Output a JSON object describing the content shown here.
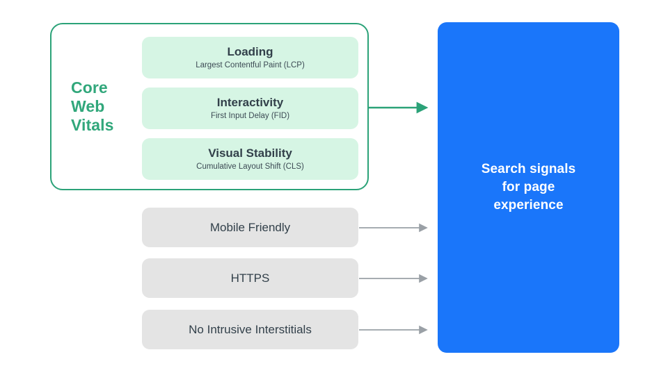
{
  "diagram": {
    "title": "Search signals for page experience",
    "colors": {
      "green_accent": "#31A77B",
      "green_border": "#2BA278",
      "green_card_fill": "#D6F5E4",
      "gray_card_fill": "#E4E4E4",
      "blue_box_fill": "#1A76FA",
      "text_dark": "#32404A",
      "arrow_gray": "#9AA0A6",
      "arrow_green": "#2BA278"
    }
  },
  "core_web_vitals": {
    "group_label": "Core Web Vitals",
    "group_label_lines": [
      "Core",
      "Web",
      "Vitals"
    ],
    "metrics": [
      {
        "title": "Loading",
        "subtitle": "Largest Contentful Paint (LCP)"
      },
      {
        "title": "Interactivity",
        "subtitle": "First Input Delay (FID)"
      },
      {
        "title": "Visual Stability",
        "subtitle": "Cumulative Layout Shift (CLS)"
      }
    ]
  },
  "other_signals": [
    {
      "label": "Mobile Friendly"
    },
    {
      "label": "HTTPS"
    },
    {
      "label": "No Intrusive Interstitials"
    }
  ],
  "destination": {
    "label": "Search signals\nfor page\nexperience"
  },
  "arrows": [
    {
      "name": "arrow-core-web-vitals",
      "color": "#2BA278"
    },
    {
      "name": "arrow-mobile-friendly",
      "color": "#9AA0A6"
    },
    {
      "name": "arrow-https",
      "color": "#9AA0A6"
    },
    {
      "name": "arrow-no-intrusive-interstitials",
      "color": "#9AA0A6"
    }
  ]
}
